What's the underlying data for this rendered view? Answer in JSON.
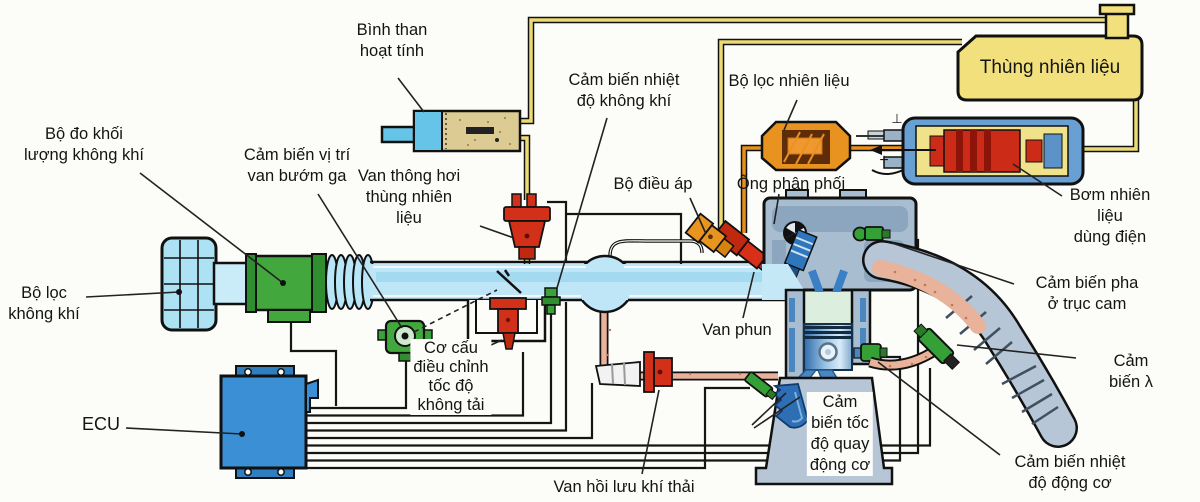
{
  "labels": {
    "binh_than": "Bình than\nhoạt tính",
    "cam_bien_nhiet_do_khong_khi": "Cảm biến nhiệt\nđộ không khí",
    "bo_loc_nhien_lieu": "Bộ lọc nhiên liệu",
    "thung_nhien_lieu": "Thùng nhiên liệu",
    "bo_do_khoi_luong": "Bộ đo khối\nlượng không khí",
    "cam_bien_vi_tri": "Cảm biến vị trí\nvan bướm ga",
    "van_thong_hoi": "Van thông hơi\nthùng nhiên\nliệu",
    "bo_dieu_ap": "Bộ điều áp",
    "ong_phan_phoi": "Ống phân phối",
    "bom_nhien_lieu": "Bơm nhiên liệu\ndùng điện",
    "bo_loc_khong_khi": "Bộ lọc\nkhông khí",
    "cam_bien_pha": "Cảm biến pha\nở trục cam",
    "van_phun": "Van phun",
    "cam_bien_lambda": "Cảm biến λ",
    "co_cau_dieu_chinh": "Cơ cấu\nđiều chỉnh\ntốc độ\nkhông tải",
    "ecu": "ECU",
    "cam_bien_toc_do": "Cảm\nbiến tốc\nđộ quay\nđộng cơ",
    "van_hoi_luu": "Van hồi lưu khí thải",
    "cam_bien_nhiet_dong_co": "Cảm biến nhiệt\nđộ động cơ",
    "plus_terminal": "+",
    "ground_terminal": "⊥"
  },
  "colors": {
    "background": "#fcfcf8",
    "sensor_green": "#3aa23a",
    "actuator_red": "#d23019",
    "fuel_component_orange": "#e8921f",
    "fuel_tank_yellow": "#f2e07c",
    "fuel_line_yellow": "#ecda74",
    "fuel_line_orange": "#e8901c",
    "air_pipe_blue": "#bfe6f6",
    "ecu_blue": "#3b8fd4",
    "engine_gray": "#a9bdd1",
    "exhaust_salmon": "#e9b29a",
    "pump_casing_blue": "#69a0d4",
    "canister_sand": "#dccb92",
    "label_text": "#141414"
  }
}
